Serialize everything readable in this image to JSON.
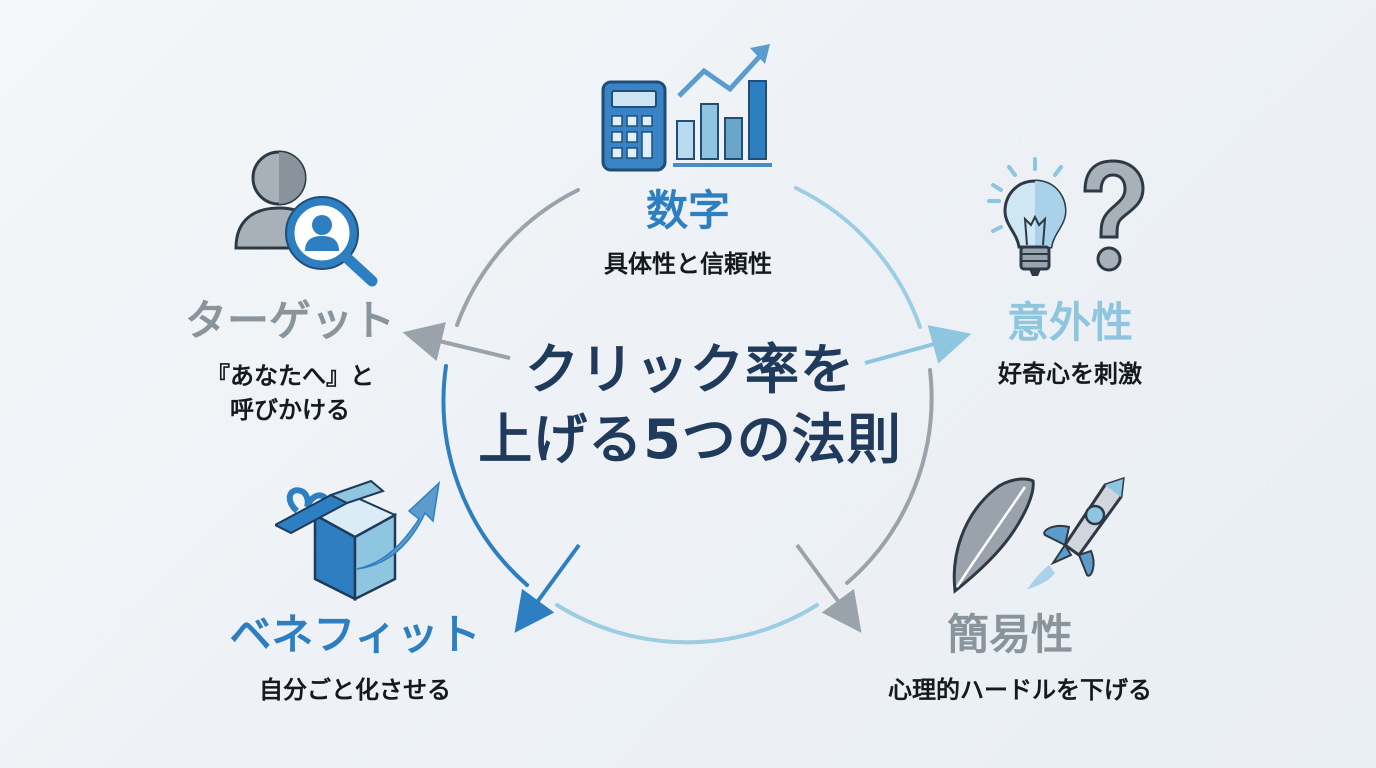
{
  "title": {
    "line1": "クリック率を",
    "line2": "上げる5つの法則"
  },
  "nodes": [
    {
      "id": "numbers",
      "title": "数字",
      "subtitle": "具体性と信頼性",
      "color": "#2e7fc2",
      "icon": "calculator-chart-icon"
    },
    {
      "id": "surprise",
      "title": "意外性",
      "subtitle": "好奇心を刺激",
      "color": "#8ec5df",
      "icon": "lightbulb-question-icon"
    },
    {
      "id": "simplicity",
      "title": "簡易性",
      "subtitle": "心理的ハードルを下げる",
      "color": "#8a949d",
      "icon": "feather-rocket-icon"
    },
    {
      "id": "benefit",
      "title": "ベネフィット",
      "subtitle": "自分ごと化させる",
      "color": "#2e7fc2",
      "icon": "gift-arrow-icon"
    },
    {
      "id": "target",
      "title": "ターゲット",
      "subtitle_line1": "『あなたへ』と",
      "subtitle_line2": "呼びかける",
      "color": "#8a949d",
      "icon": "user-search-icon"
    }
  ],
  "colors": {
    "title": "#1f3a5a",
    "blue": "#2e7fc2",
    "light_blue": "#8ec5df",
    "gray": "#9aa3ab",
    "text_dark": "#151a20"
  }
}
